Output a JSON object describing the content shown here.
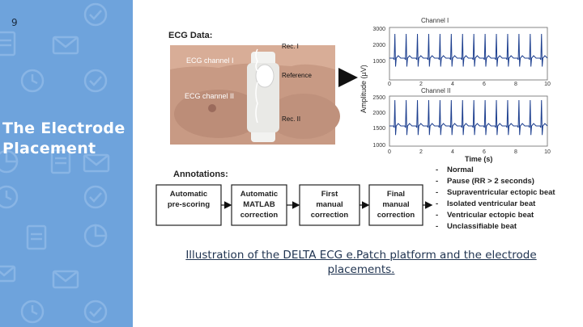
{
  "slide": {
    "number": "9",
    "title_line1": "The Electrode",
    "title_line2": "Placement"
  },
  "colors": {
    "sidebar": "#6ea3dc",
    "trace": "#1d3f8f",
    "caption": "#1f3350"
  },
  "figure": {
    "ecg_data_label": "ECG Data:",
    "rec1": "Rec. I",
    "channel1_label": "ECG channel I",
    "reference": "Reference",
    "channel2_label": "ECG channel II",
    "rec2": "Rec. II",
    "plot_channel1": "Channel I",
    "plot_channel2": "Channel II",
    "ylabel": "Amplitude (µV)",
    "xlabel": "Time (s)",
    "y1_ticks": [
      "3000",
      "2000",
      "1000"
    ],
    "y2_ticks": [
      "2500",
      "2000",
      "1500",
      "1000"
    ],
    "x_ticks": [
      "0",
      "2",
      "4",
      "6",
      "8",
      "10"
    ],
    "annotations_label": "Annotations:",
    "steps": [
      {
        "line1": "Automatic",
        "line2": "pre-scoring",
        "line3": ""
      },
      {
        "line1": "Automatic",
        "line2": "MATLAB",
        "line3": "correction"
      },
      {
        "line1": "First",
        "line2": "manual",
        "line3": "correction"
      },
      {
        "line1": "Final",
        "line2": "manual",
        "line3": "correction"
      }
    ],
    "legend": [
      "Normal",
      "Pause (RR > 2 seconds)",
      "Supraventricular ectopic beat",
      "Isolated ventricular beat",
      "Ventricular ectopic beat",
      "Unclassifiable beat"
    ]
  },
  "caption": "Illustration of the DELTA ECG e.Patch platform and the electrode placements."
}
